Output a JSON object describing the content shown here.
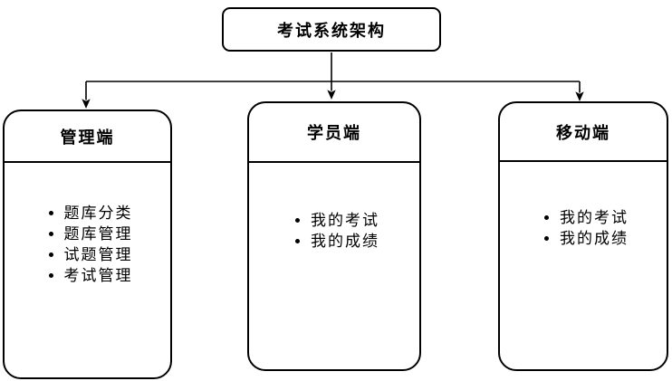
{
  "diagram": {
    "root": {
      "title": "考试系统架构"
    },
    "panels": [
      {
        "id": "admin",
        "title": "管理端",
        "items": [
          "题库分类",
          "题库管理",
          "试题管理",
          "考试管理"
        ]
      },
      {
        "id": "student",
        "title": "学员端",
        "items": [
          "我的考试",
          "我的成绩"
        ]
      },
      {
        "id": "mobile",
        "title": "移动端",
        "items": [
          "我的考试",
          "我的成绩"
        ]
      }
    ],
    "edges": [
      {
        "from": "考试系统架构",
        "to": "管理端"
      },
      {
        "from": "考试系统架构",
        "to": "学员端"
      },
      {
        "from": "考试系统架构",
        "to": "移动端"
      }
    ],
    "colors": {
      "stroke": "#000000",
      "background": "#ffffff",
      "text": "#000000"
    }
  }
}
